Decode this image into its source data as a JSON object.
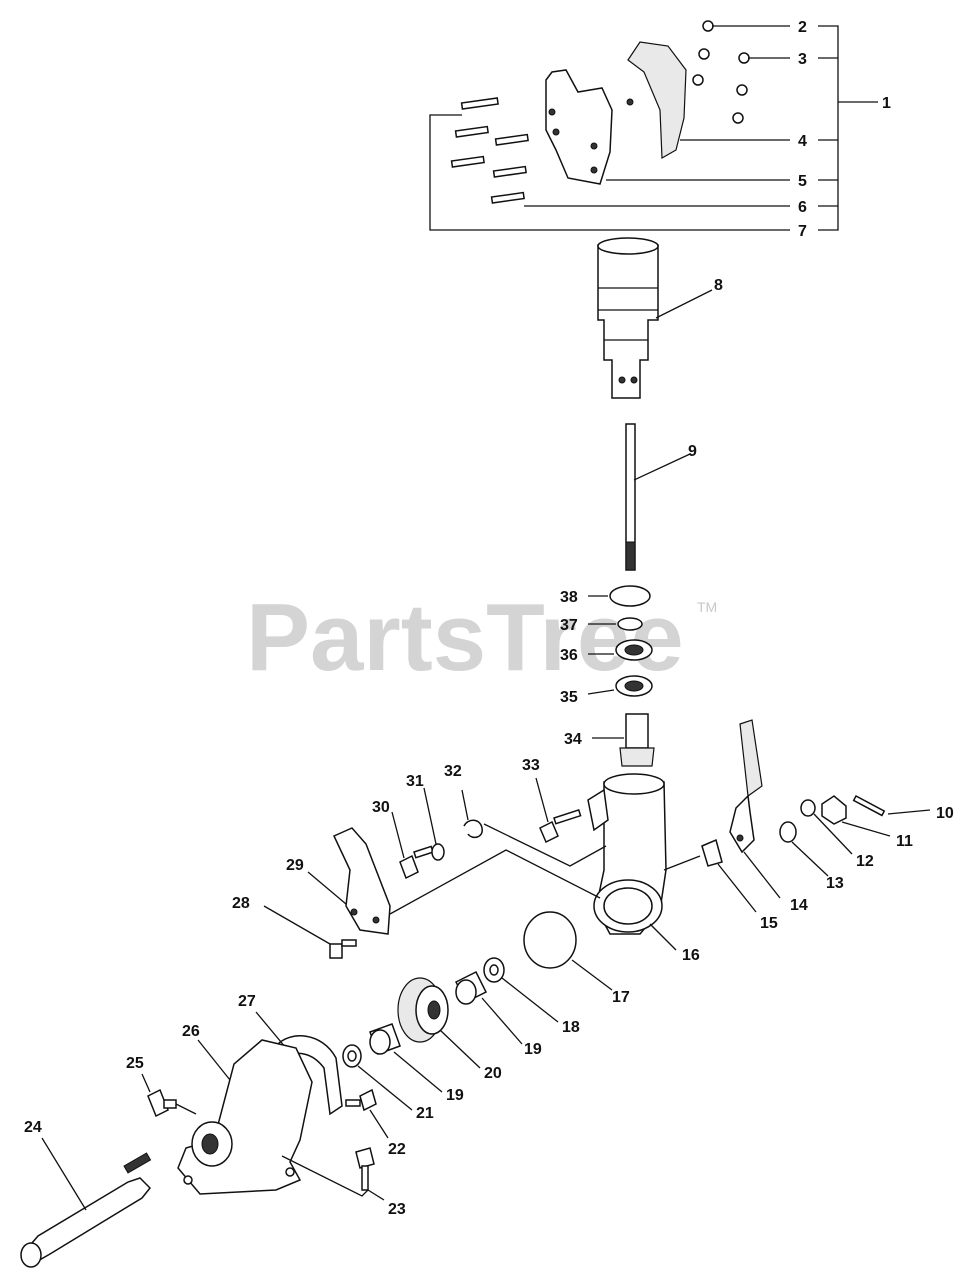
{
  "watermark": {
    "text": "PartsTree",
    "trademark": "TM"
  },
  "callouts": [
    "1",
    "2",
    "3",
    "4",
    "5",
    "6",
    "7",
    "8",
    "9",
    "10",
    "11",
    "12",
    "13",
    "14",
    "15",
    "16",
    "17",
    "18",
    "19",
    "19",
    "20",
    "21",
    "22",
    "23",
    "24",
    "25",
    "26",
    "27",
    "28",
    "29",
    "30",
    "31",
    "32",
    "33",
    "34",
    "35",
    "36",
    "37",
    "38"
  ]
}
